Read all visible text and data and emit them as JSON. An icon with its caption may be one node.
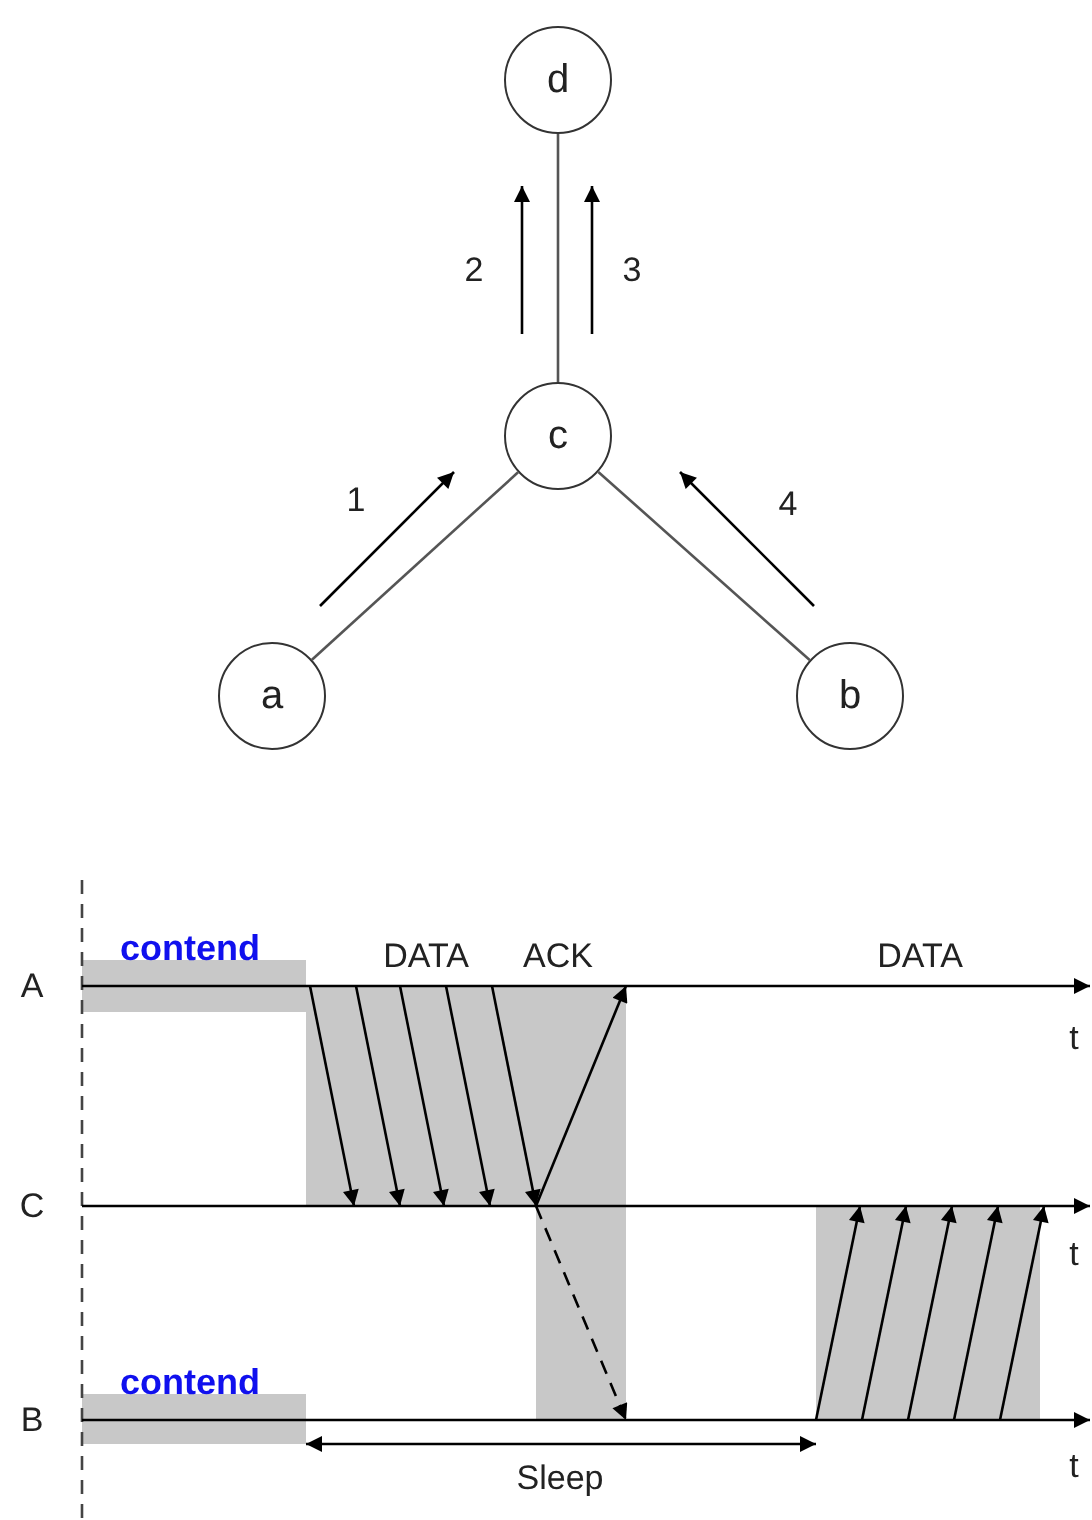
{
  "diagram": {
    "nodes": [
      {
        "text": [
          "d"
        ]
      },
      {
        "text": [
          "c"
        ]
      },
      {
        "text": [
          "a"
        ]
      },
      {
        "text": [
          "b"
        ]
      }
    ],
    "edges": [
      {
        "from": 2,
        "to": 1,
        "arrow": "none"
      },
      {
        "from": 3,
        "to": 1,
        "arrow": "none"
      },
      {
        "from": 1,
        "to": 0,
        "arrow": "none"
      }
    ],
    "labels": [
      "2",
      "3",
      "1",
      "4",
      "contend",
      "DATA",
      "ACK",
      "DATA",
      "A",
      "t",
      "C",
      "t",
      "contend",
      "B",
      "Sleep",
      "t"
    ]
  }
}
